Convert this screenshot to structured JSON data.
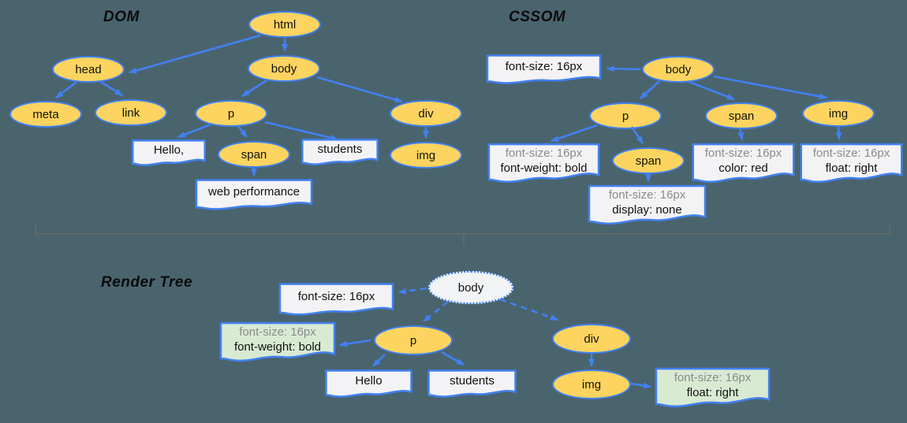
{
  "colors": {
    "background": "#4a646e",
    "node_fill": "#fcd45f",
    "node_border": "#4181f1",
    "arrow": "#4181f1",
    "doc_fill": "#f3f3f5",
    "doc_green_fill": "#d9ead3",
    "text": "#111111",
    "muted_text": "#8b8b8b",
    "divider": "#6e6866"
  },
  "dom": {
    "title": "DOM",
    "nodes": {
      "html": "html",
      "head": "head",
      "body": "body",
      "meta": "meta",
      "link": "link",
      "p": "p",
      "div": "div",
      "span": "span",
      "img": "img"
    },
    "texts": {
      "hello": "Hello,",
      "students": "students",
      "webperf": "web performance"
    }
  },
  "cssom": {
    "title": "CSSOM",
    "nodes": {
      "body": "body",
      "p": "p",
      "span": "span",
      "img": "img",
      "pspan": "span"
    },
    "rules": {
      "body": "font-size: 16px",
      "p1": "font-size: 16px",
      "p2": "font-weight: bold",
      "span1": "font-size: 16px",
      "span2": "color: red",
      "img1": "font-size: 16px",
      "img2": "float: right",
      "pspan1": "font-size: 16px",
      "pspan2": "display: none"
    }
  },
  "render": {
    "title": "Render Tree",
    "nodes": {
      "body": "body",
      "p": "p",
      "div": "div",
      "img": "img"
    },
    "texts": {
      "hello": "Hello",
      "students": "students"
    },
    "rules": {
      "body": "font-size: 16px",
      "p1": "font-size: 16px",
      "p2": "font-weight: bold",
      "img1": "font-size: 16px",
      "img2": "float: right"
    }
  }
}
